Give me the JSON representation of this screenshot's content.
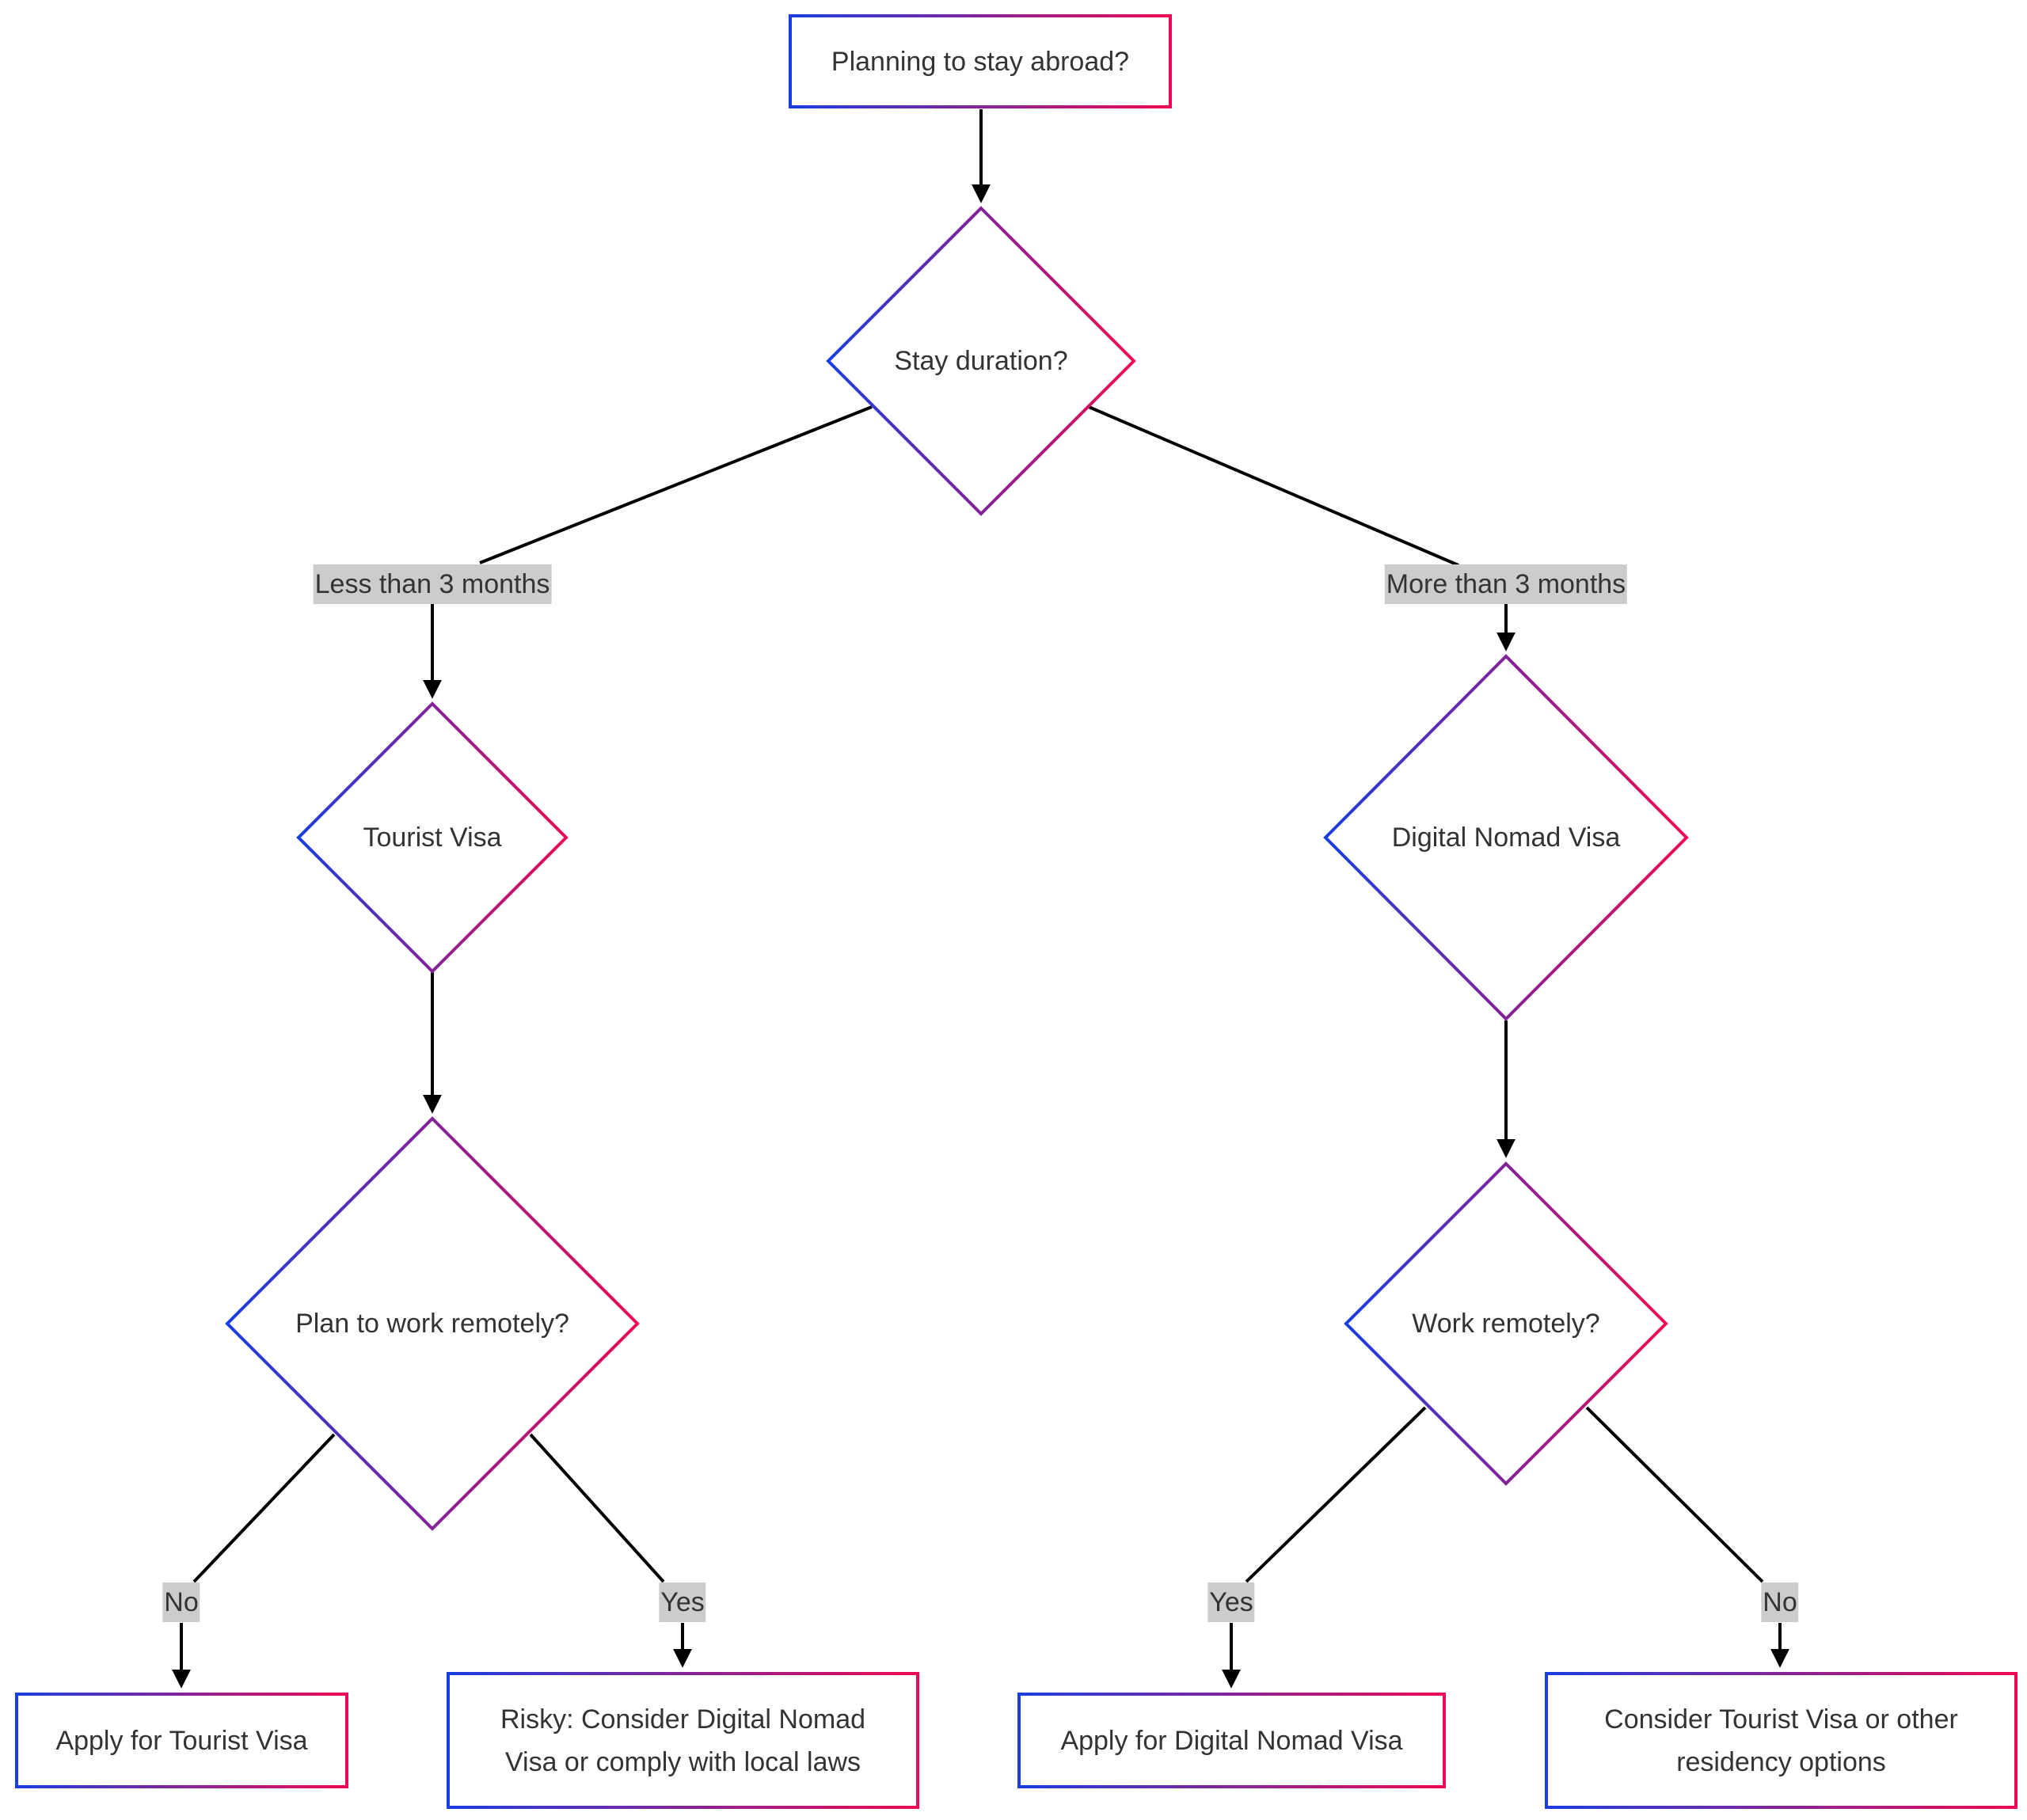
{
  "diagram": {
    "nodes": {
      "start": "Planning to stay abroad?",
      "duration": "Stay duration?",
      "tourist_visa": "Tourist Visa",
      "plan_remote": "Plan to work remotely?",
      "apply_tourist": "Apply for Tourist Visa",
      "risky": "Risky: Consider Digital Nomad Visa or comply with local laws",
      "nomad_visa": "Digital Nomad Visa",
      "work_remote": "Work remotely?",
      "apply_nomad": "Apply for Digital Nomad Visa",
      "consider_other": "Consider Tourist Visa or other residency options"
    },
    "edges": {
      "less_than_3": "Less than 3 months",
      "more_than_3": "More than 3 months",
      "left_no": "No",
      "left_yes": "Yes",
      "right_yes": "Yes",
      "right_no": "No"
    },
    "colors": {
      "gradient_start": "#1a3ee0",
      "gradient_end": "#ee0a52",
      "edge": "#000000",
      "edge_label_bg": "#cccccc",
      "text": "#333333"
    }
  }
}
